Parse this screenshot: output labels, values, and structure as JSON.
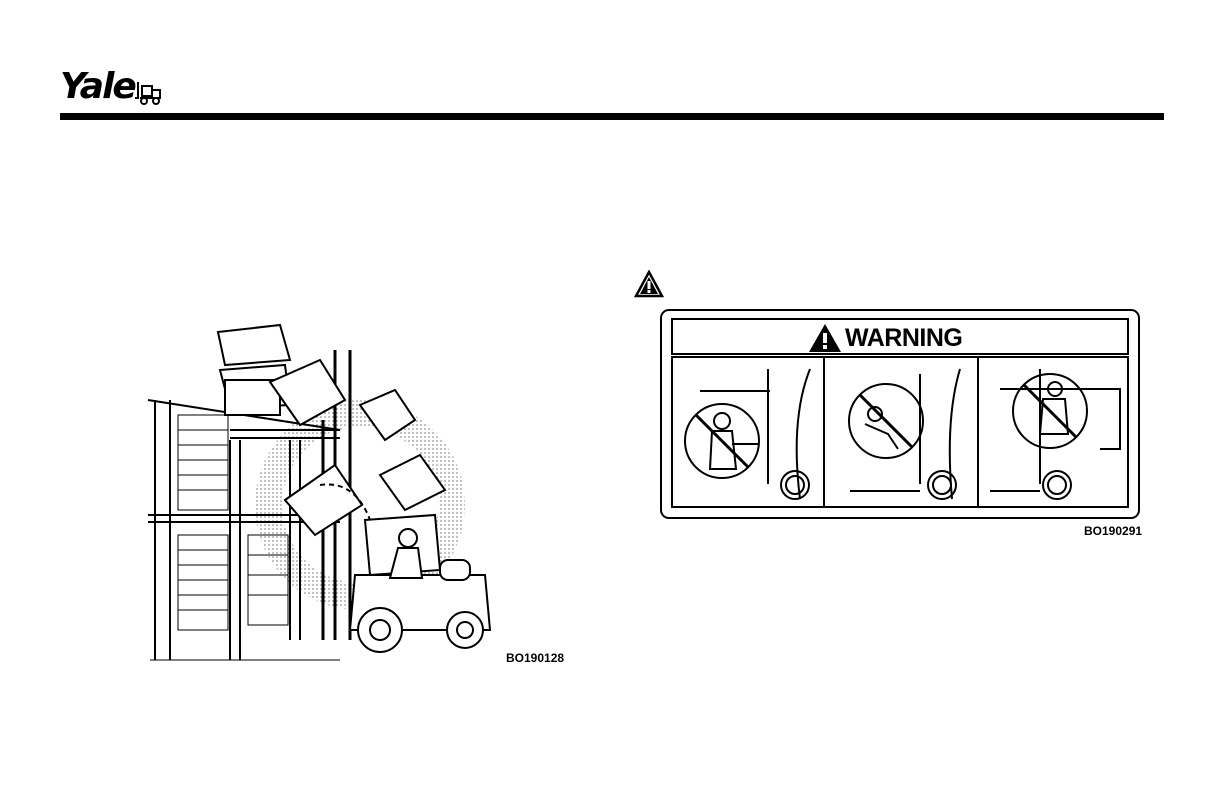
{
  "header": {
    "brand": "Yale"
  },
  "figures": {
    "left_code": "BO190128",
    "right_code": "BO190291"
  },
  "decal": {
    "title": "WARNING"
  },
  "icons": {
    "logo": "yale-forklift-logo-icon",
    "alert": "warning-triangle-icon",
    "decal_alert": "warning-triangle-icon",
    "prohibit": "prohibited-circle-icon"
  }
}
